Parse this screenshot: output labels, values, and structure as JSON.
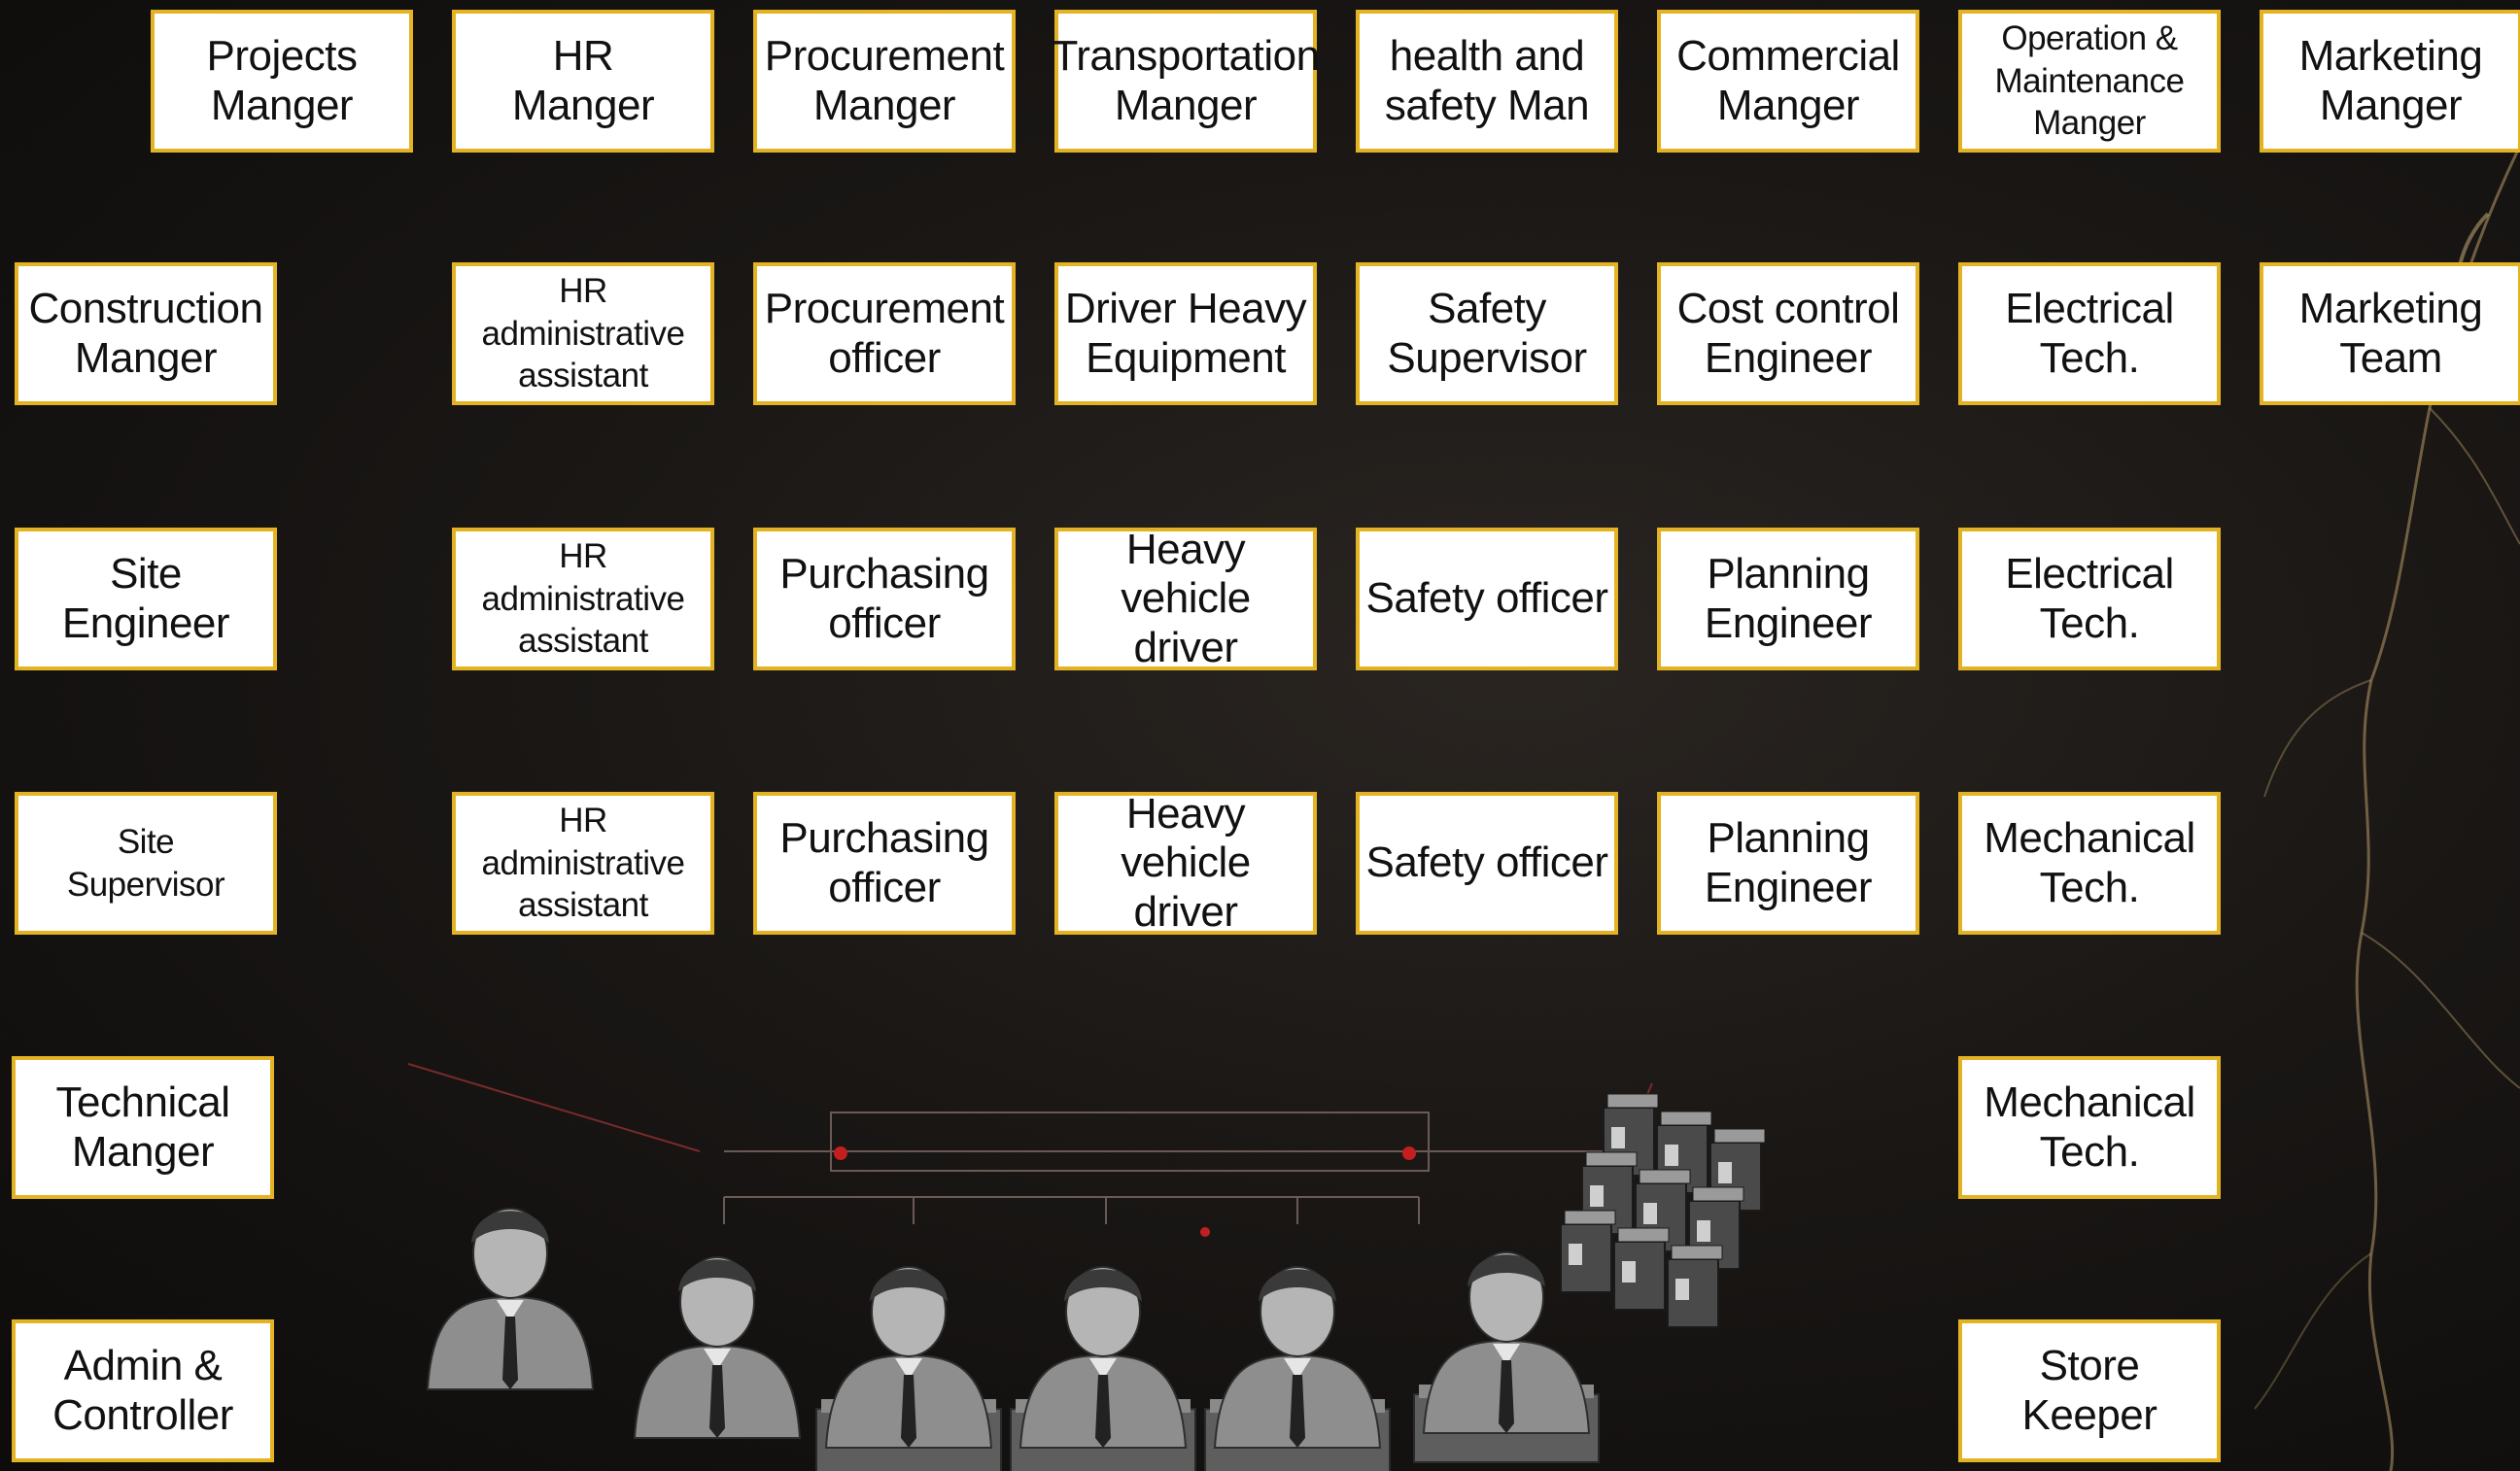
{
  "colors": {
    "box_border": "#e3b324",
    "box_fill": "#ffffff",
    "background": "#141210",
    "vein": "#b89a6a"
  },
  "columns": [
    {
      "id": "projects",
      "roles": [
        "Projects\nManger",
        "Construction\nManger",
        "Site Engineer",
        "Site\nSupervisor",
        "Technical\nManger",
        "Admin &\nController"
      ]
    },
    {
      "id": "hr",
      "roles": [
        "HR\nManger",
        "HR\nadministrative\nassistant",
        "HR\nadministrative\nassistant",
        "HR\nadministrative\nassistant"
      ]
    },
    {
      "id": "procurement",
      "roles": [
        "Procurement\nManger",
        "Procurement\nofficer",
        "Purchasing\nofficer",
        "Purchasing\nofficer"
      ]
    },
    {
      "id": "transportation",
      "roles": [
        "Transportation\nManger",
        "Driver Heavy\nEquipment",
        "Heavy vehicle\ndriver",
        "Heavy vehicle\ndriver"
      ]
    },
    {
      "id": "health-safety",
      "roles": [
        "health and\nsafety Man",
        "Safety\nSupervisor",
        "Safety officer",
        "Safety officer"
      ]
    },
    {
      "id": "commercial",
      "roles": [
        "Commercial\nManger",
        "Cost control\nEngineer",
        "Planning\nEngineer",
        "Planning\nEngineer"
      ]
    },
    {
      "id": "operation",
      "roles": [
        "Operation &\nMaintenance\nManger",
        "Electrical\nTech.",
        "Electrical\nTech.",
        "Mechanical\nTech.",
        "Mechanical\nTech.",
        "Store\nKeeper"
      ]
    },
    {
      "id": "marketing",
      "roles": [
        "Marketing\nManger",
        "Marketing\nTeam"
      ]
    }
  ],
  "illustration": {
    "icons": [
      "businessman-icon",
      "manager-glasses-icon",
      "woman-employee-icon",
      "woman-employee-icon",
      "woman-employee-icon",
      "man-employee-icon",
      "server-cubes-icon"
    ]
  }
}
